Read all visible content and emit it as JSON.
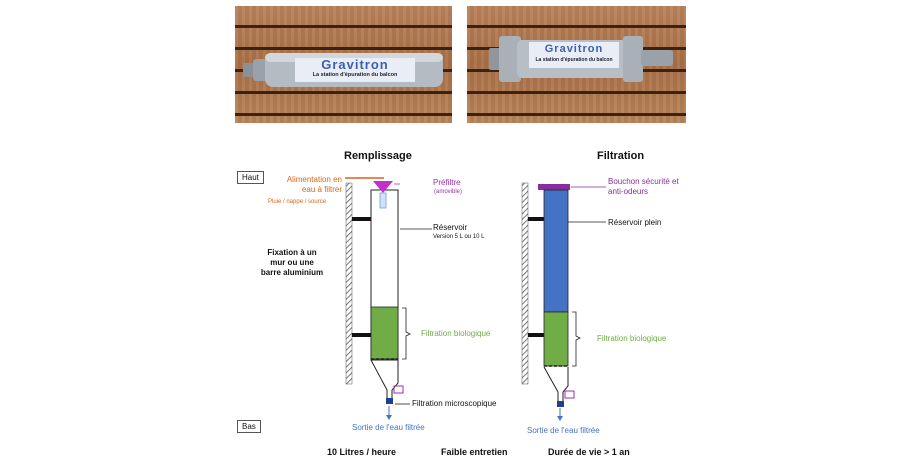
{
  "photos": {
    "left": {
      "brand": "Gravitron",
      "tagline": "La station d'épuration du balcon"
    },
    "right": {
      "brand": "Gravitron",
      "tagline": "La station d'épuration du balcon"
    }
  },
  "sections": {
    "left_title": "Remplissage",
    "right_title": "Filtration"
  },
  "scale": {
    "top": "Haut",
    "bottom": "Bas"
  },
  "labels": {
    "alimentation": "Alimentation en eau à filtrer",
    "alimentation_sub": "Pluie / nappe / source",
    "prefiltre": "Préfiltre",
    "prefiltre_sub": "(amovible)",
    "reservoir": "Réservoir",
    "reservoir_sub": "Version 5 L ou 10 L",
    "fixation": "Fixation à un mur ou une barre aluminium",
    "filtration_bio_left": "Filtration biologique",
    "filtration_micro": "Filtration microscopique",
    "sortie_left": "Sortie de l'eau filtrée",
    "bouchon": "Bouchon sécurité et anti-odeurs",
    "reservoir_plein": "Réservoir plein",
    "filtration_bio_right": "Filtration biologique",
    "sortie_right": "Sortie de l'eau filtrée"
  },
  "footer": {
    "flow": "10 Litres / heure",
    "maintenance": "Faible entretien",
    "lifetime": "Durée de vie > 1 an"
  },
  "colors": {
    "orange": "#d9651a",
    "purple": "#9b2fae",
    "blue": "#4472c4",
    "green": "#70ad47",
    "dark": "#111111"
  }
}
